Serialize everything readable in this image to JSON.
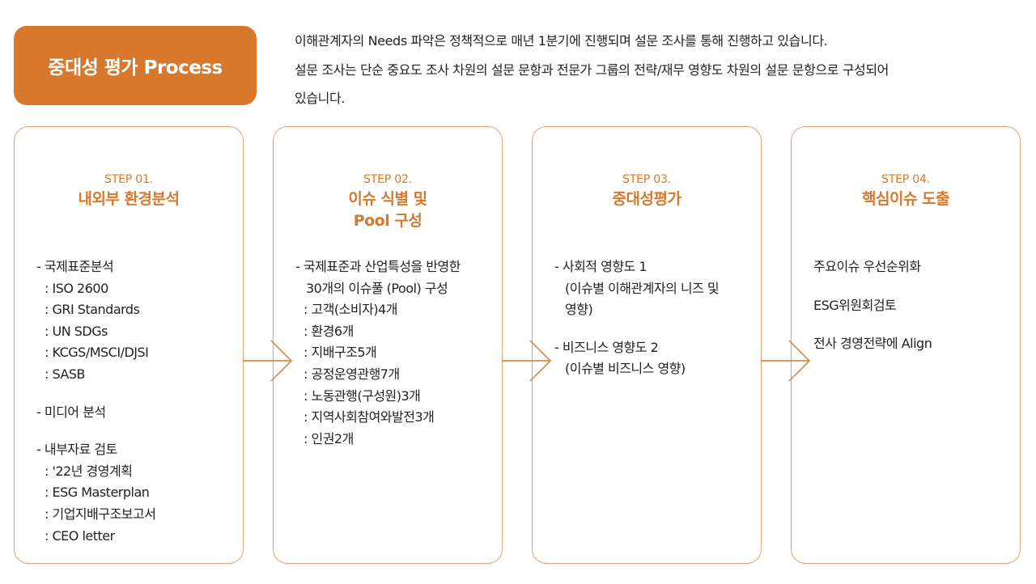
{
  "title": "중대성 평가 Process",
  "intro": [
    "이해관계자의 Needs 파악은 정책적으로 매년 1분기에 진행되며 설문 조사를 통해 진행하고 있습니다.",
    "설문 조사는 단순 중요도 조사 차원의 설문 문항과 전문가 그룹의 전략/재무 영향도 차원의 설문 문항으로 구성되어",
    "있습니다."
  ],
  "colors": {
    "accent": "#d8782c",
    "border": "#e3a177",
    "text": "#222222"
  },
  "steps": [
    {
      "num": "STEP 01.",
      "title": "내외부 환경분석",
      "groups": [
        {
          "head": "- 국제표준분석",
          "items": [
            ":  ISO 2600",
            ":  GRI Standards",
            ":  UN SDGs",
            ":  KCGS/MSCI/DJSI",
            ":  SASB"
          ]
        },
        {
          "head": "- 미디어 분석",
          "items": []
        },
        {
          "head": "- 내부자료 검토",
          "items": [
            ":  '22년 경영계획",
            ":  ESG Masterplan",
            ":  기업지배구조보고서",
            ":  CEO letter"
          ]
        }
      ]
    },
    {
      "num": "STEP 02.",
      "title": "이슈 식별 및\nPool 구성",
      "head": "- 국제표준과 산업특성을 반영한",
      "head2": "30개의 이슈풀 (Pool) 구성",
      "items": [
        ":  고객(소비자)4개",
        ":  환경6개",
        ":  지배구조5개",
        ":  공정운영관행7개",
        ":  노동관행(구성원)3개",
        ":  지역사회참여와발전3개",
        ":  인권2개"
      ]
    },
    {
      "num": "STEP 03.",
      "title": "중대성평가",
      "groups": [
        {
          "head": "- 사회적 영향도 1",
          "items": [
            "(이슈별 이해관계자의 니즈 및",
            "영향)"
          ]
        },
        {
          "head": "- 비즈니스 영향도 2",
          "items": [
            "(이슈별 비즈니스 영향)"
          ]
        }
      ]
    },
    {
      "num": "STEP 04.",
      "title": "핵심이슈 도출",
      "items": [
        "주요이슈 우선순위화",
        "ESG위원회검토",
        "전사 경영전략에 Align"
      ]
    }
  ]
}
